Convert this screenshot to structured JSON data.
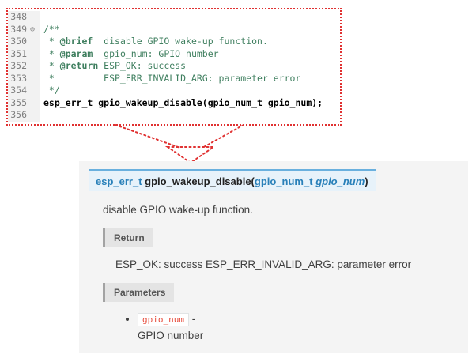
{
  "editor": {
    "lines": [
      {
        "num": "348"
      },
      {
        "num": "349",
        "fold": "⊖",
        "c1": "/**"
      },
      {
        "num": "350",
        "c1": " * ",
        "tag": "@brief",
        "c2": "  disable GPIO wake-up function."
      },
      {
        "num": "351",
        "c1": " * ",
        "tag": "@param",
        "c2": "  gpio_num: GPIO number"
      },
      {
        "num": "352",
        "c1": " * ",
        "tag": "@return",
        "c2": " ESP_OK: success"
      },
      {
        "num": "353",
        "c1": " *         ESP_ERR_INVALID_ARG: parameter error"
      },
      {
        "num": "354",
        "c1": " */"
      },
      {
        "num": "355",
        "k": "esp_err_t gpio_wakeup_disable(gpio_num_t gpio_num);"
      },
      {
        "num": "356"
      }
    ],
    "colors": {
      "comment_green": "#3F7F5F",
      "code_black": "#000000",
      "line_number_gray": "#7f7f7f",
      "highlight_border_red": "#e03131"
    }
  },
  "doc": {
    "signature": {
      "return_type": "esp_err_t",
      "name": "gpio_wakeup_disable",
      "open_paren": "(",
      "param_type": "gpio_num_t",
      "param_name": "gpio_num",
      "close_paren": ")"
    },
    "brief": "disable GPIO wake-up function.",
    "sections": {
      "return_label": "Return",
      "return_text": "ESP_OK: success ESP_ERR_INVALID_ARG: parameter error",
      "parameters_label": "Parameters"
    },
    "param": {
      "name": "gpio_num",
      "dash": "-",
      "desc": "GPIO number"
    },
    "colors": {
      "link_blue": "#2980b9",
      "signature_bg": "#e7f2fa",
      "signature_border": "#6ab0de",
      "section_label_bg": "#e4e4e4",
      "param_code_red": "#e74c3c",
      "panel_bg": "#f4f4f4"
    }
  }
}
